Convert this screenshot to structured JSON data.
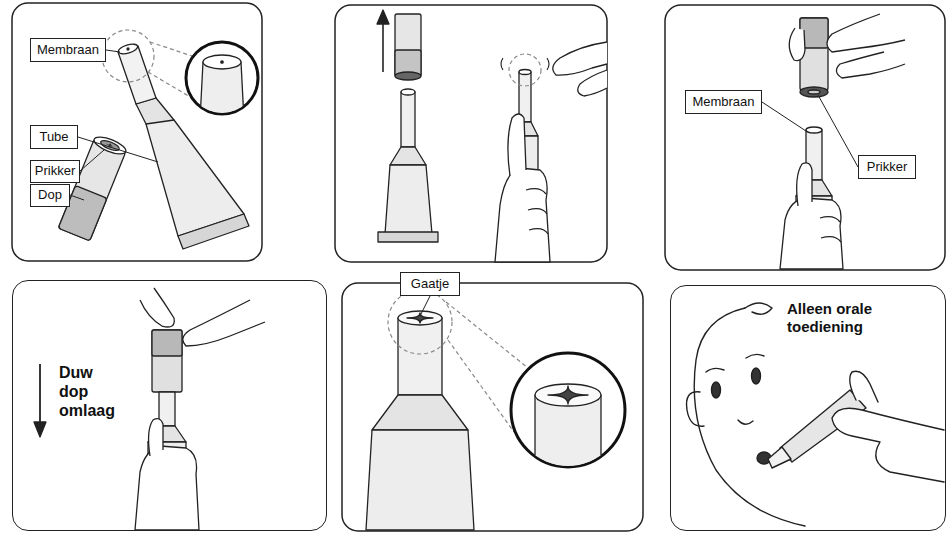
{
  "diagram": {
    "nodes": [
      {
        "text": [
          "Membraan"
        ]
      },
      {
        "text": [
          "Tube"
        ]
      },
      {
        "text": [
          "Prikker"
        ]
      },
      {
        "text": [
          "Dop"
        ]
      },
      {
        "text": [
          "Membraan"
        ]
      },
      {
        "text": [
          "Prikker"
        ]
      },
      {
        "text": [
          "Duw dop omlaag"
        ]
      },
      {
        "text": [
          "Gaatje"
        ]
      },
      {
        "text": [
          "Alleen orale toediening"
        ]
      }
    ]
  }
}
